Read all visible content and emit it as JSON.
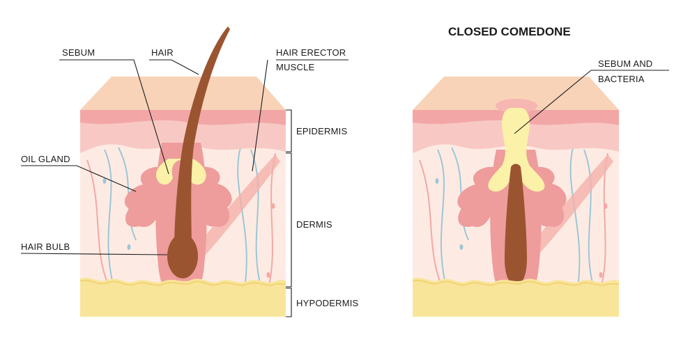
{
  "right_panel": {
    "title": "CLOSED COMEDONE"
  },
  "labels": {
    "sebum": "SEBUM",
    "hair": "HAIR",
    "hair_erector_line1": "HAIR ERECTOR",
    "hair_erector_line2": "MUSCLE",
    "oil_gland": "OIL GLAND",
    "hair_bulb": "HAIR BULB",
    "epidermis": "EPIDERMIS",
    "dermis": "DERMIS",
    "hypodermis": "HYPODERMIS",
    "sebum_bacteria_line1": "SEBUM AND",
    "sebum_bacteria_line2": "BACTERIA"
  },
  "colors": {
    "skin_top": "#f8d3b8",
    "epidermis_band": "#f2a7a6",
    "epidermis_light": "#f8c9c4",
    "dermis": "#fdebe3",
    "follicle": "#ee9c9c",
    "hair": "#9a5530",
    "sebum": "#fbf1a8",
    "fat": "#f8e59a",
    "nerve": "#9cc6d8"
  }
}
